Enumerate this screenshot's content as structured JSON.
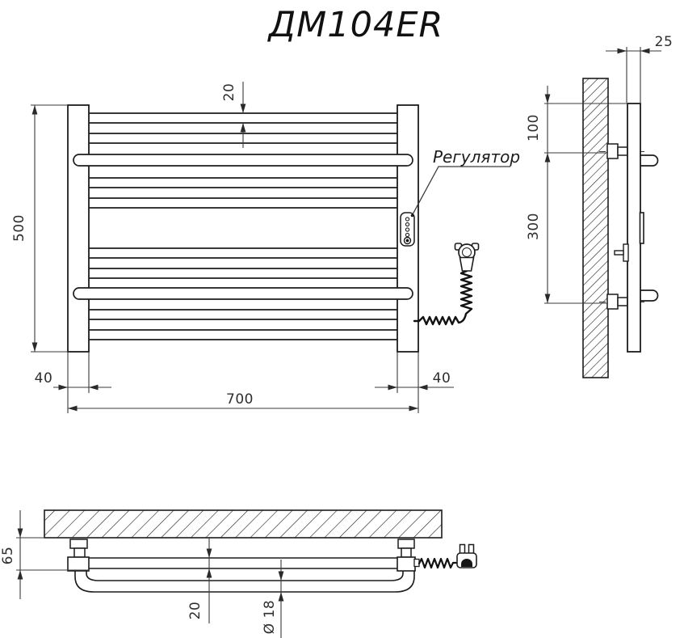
{
  "title": "ДМ104ER",
  "colors": {
    "background": "#ffffff",
    "line": "#1c1c1c",
    "dim_text": "#2e2e2e"
  },
  "front_view": {
    "regulator_label": "Регулятор",
    "dim_height": "500",
    "dim_tube_gap": "20",
    "dim_left_margin": "40",
    "dim_right_margin": "40",
    "dim_width": "700"
  },
  "side_view": {
    "dim_depth": "25",
    "dim_top_to_bracket": "100",
    "dim_bracket_span": "300"
  },
  "bottom_view": {
    "dim_wall_offset": "65",
    "dim_tube_offset": "20",
    "dim_tube_diameter": "Ø 18"
  }
}
